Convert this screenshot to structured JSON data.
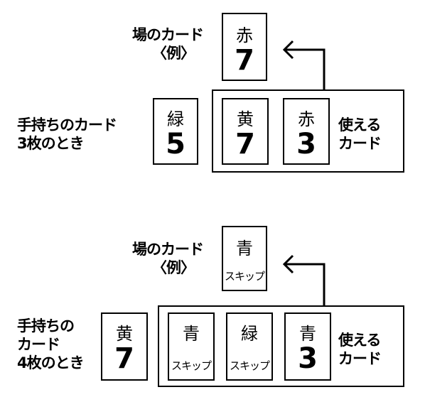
{
  "example1": {
    "field_label_line1": "場のカード",
    "field_label_line2": "〈例〉",
    "field_card": {
      "color": "赤",
      "value": "7"
    },
    "hand_label_line1": "手持ちのカード",
    "hand_label_line2": "3枚のとき",
    "hand_unusable": {
      "color": "緑",
      "value": "5"
    },
    "usable_cards": [
      {
        "color": "黄",
        "value": "7"
      },
      {
        "color": "赤",
        "value": "3"
      }
    ],
    "usable_label_line1": "使える",
    "usable_label_line2": "カード"
  },
  "example2": {
    "field_label_line1": "場のカード",
    "field_label_line2": "〈例〉",
    "field_card": {
      "color": "青",
      "value": "スキップ"
    },
    "hand_label_line1": "手持ちの",
    "hand_label_line2": "カード",
    "hand_label_line3": "4枚のとき",
    "hand_unusable": {
      "color": "黄",
      "value": "7"
    },
    "usable_cards": [
      {
        "color": "青",
        "value": "スキップ"
      },
      {
        "color": "緑",
        "value": "スキップ"
      },
      {
        "color": "青",
        "value": "3"
      }
    ],
    "usable_label_line1": "使える",
    "usable_label_line2": "カード"
  }
}
